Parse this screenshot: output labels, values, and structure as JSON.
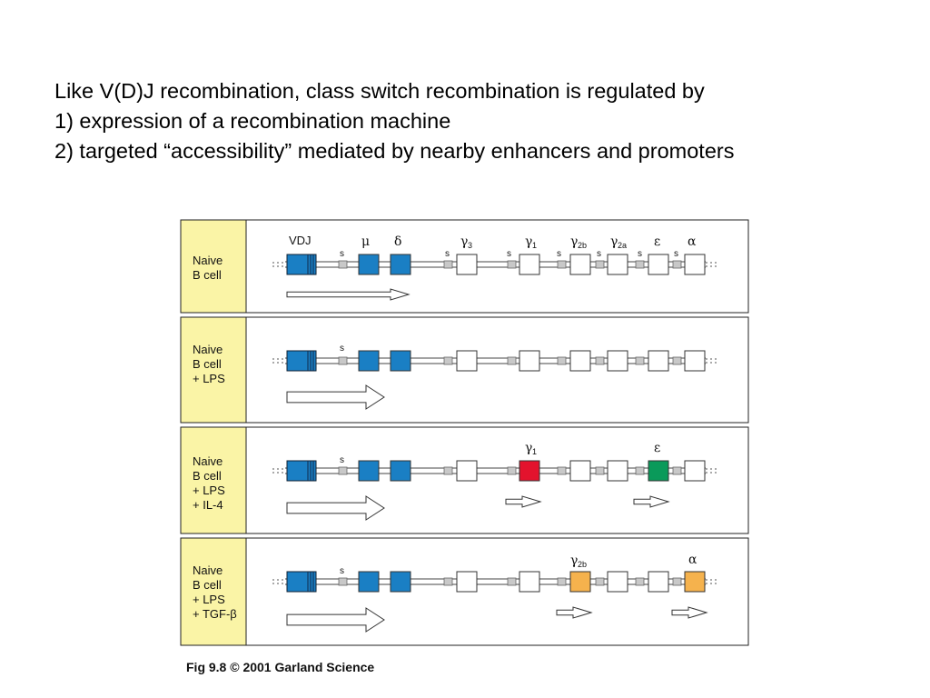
{
  "heading": {
    "line1": "Like V(D)J recombination, class switch recombination is regulated by",
    "line2": "1) expression of a recombination machine",
    "line3": "2) targeted “accessibility” mediated by nearby enhancers and promoters"
  },
  "colors": {
    "label_bg": "#faf4a6",
    "blue": "#1a7fc4",
    "red": "#e3132d",
    "green": "#0a9a5a",
    "orange": "#f5b24d",
    "switch_gray": "#c8c8c8"
  },
  "gene_labels": {
    "vdj": "VDJ",
    "s": "s",
    "mu": "μ",
    "delta": "δ",
    "gamma": "γ",
    "g3_sub": "3",
    "g1_sub": "1",
    "g2b_sub": "2b",
    "g2a_sub": "2a",
    "epsilon": "ε",
    "alpha": "α"
  },
  "panels": [
    {
      "lines": [
        "Naive",
        "B cell"
      ],
      "highlight": {}
    },
    {
      "lines": [
        "Naive",
        "B cell",
        "+ LPS"
      ],
      "highlight": {}
    },
    {
      "lines": [
        "Naive",
        "B cell",
        "+ LPS",
        "+ IL-4"
      ],
      "highlight": {
        "g1": "red",
        "e": "green"
      }
    },
    {
      "lines": [
        "Naive",
        "B cell",
        "+ LPS",
        "+ TGF-β"
      ],
      "highlight": {
        "g2b": "orange",
        "a": "orange"
      }
    }
  ],
  "caption": "Fig 9.8  © 2001 Garland Science"
}
